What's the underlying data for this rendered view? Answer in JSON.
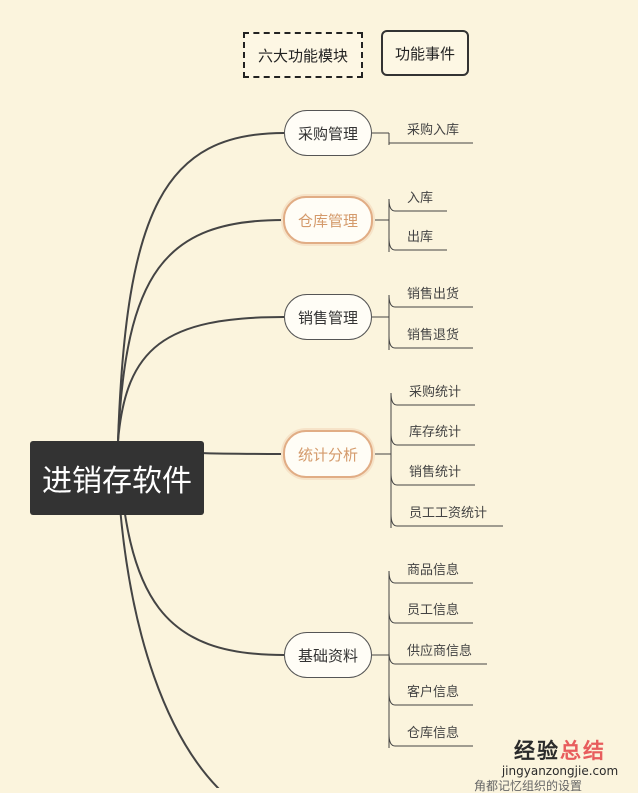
{
  "legend": {
    "modules_label": "六大功能模块",
    "events_label": "功能事件"
  },
  "root": {
    "label": "进销存软件"
  },
  "branches": [
    {
      "label": "采购管理",
      "highlight": false,
      "items": [
        "采购入库"
      ]
    },
    {
      "label": "仓库管理",
      "highlight": true,
      "items": [
        "入库",
        "出库"
      ]
    },
    {
      "label": "销售管理",
      "highlight": false,
      "items": [
        "销售出货",
        "销售退货"
      ]
    },
    {
      "label": "统计分析",
      "highlight": true,
      "items": [
        "采购统计",
        "库存统计",
        "销售统计",
        "员工工资统计"
      ]
    },
    {
      "label": "基础资料",
      "highlight": false,
      "items": [
        "商品信息",
        "员工信息",
        "供应商信息",
        "客户信息",
        "仓库信息"
      ]
    }
  ],
  "footer_partial_text": "角都记忆组织的设置",
  "watermark": {
    "title_part1": "经验",
    "title_part2": "总结",
    "url": "jingyanzongjie.com"
  },
  "colors": {
    "background": "#fbf4dd",
    "root_fill": "#333333",
    "highlight_border": "#e1ad85",
    "line": "#444444"
  }
}
